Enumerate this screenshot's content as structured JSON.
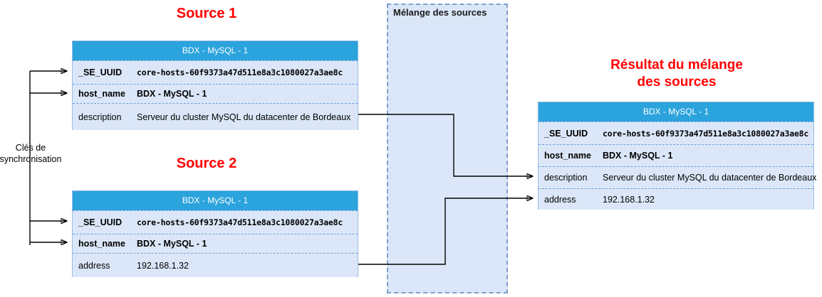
{
  "titles": {
    "source_1": "Source 1",
    "source_2": "Source 2",
    "result": "Résultat du mélange\ndes sources",
    "mix_box": "Mélange des sources",
    "sync_keys": "Clés de\nsynchronisation"
  },
  "colors": {
    "title_red": "#ff0000",
    "header_blue": "#2ba3dc",
    "row_blue": "#dbe7f8",
    "border_blue": "#9bbbe0",
    "dashed_border": "#7f9fcf",
    "wire_black": "#000000"
  },
  "entities": {
    "source_1": {
      "header": "BDX - MySQL - 1",
      "rows": [
        {
          "key": "_SE_UUID",
          "value": "core-hosts-60f9373a47d511e8a3c1080027a3ae8c"
        },
        {
          "key": "host_name",
          "value": "BDX - MySQL - 1"
        },
        {
          "key": "description",
          "value": "Serveur du cluster MySQL du datacenter de Bordeaux"
        }
      ]
    },
    "source_2": {
      "header": "BDX - MySQL - 1",
      "rows": [
        {
          "key": "_SE_UUID",
          "value": "core-hosts-60f9373a47d511e8a3c1080027a3ae8c"
        },
        {
          "key": "host_name",
          "value": "BDX - MySQL - 1"
        },
        {
          "key": "address",
          "value": "192.168.1.32"
        }
      ]
    },
    "result": {
      "header": "BDX - MySQL - 1",
      "rows": [
        {
          "key": "_SE_UUID",
          "value": "core-hosts-60f9373a47d511e8a3c1080027a3ae8c"
        },
        {
          "key": "host_name",
          "value": "BDX - MySQL - 1"
        },
        {
          "key": "description",
          "value": "Serveur du cluster MySQL du datacenter de Bordeaux"
        },
        {
          "key": "address",
          "value": "192.168.1.32"
        }
      ]
    }
  }
}
